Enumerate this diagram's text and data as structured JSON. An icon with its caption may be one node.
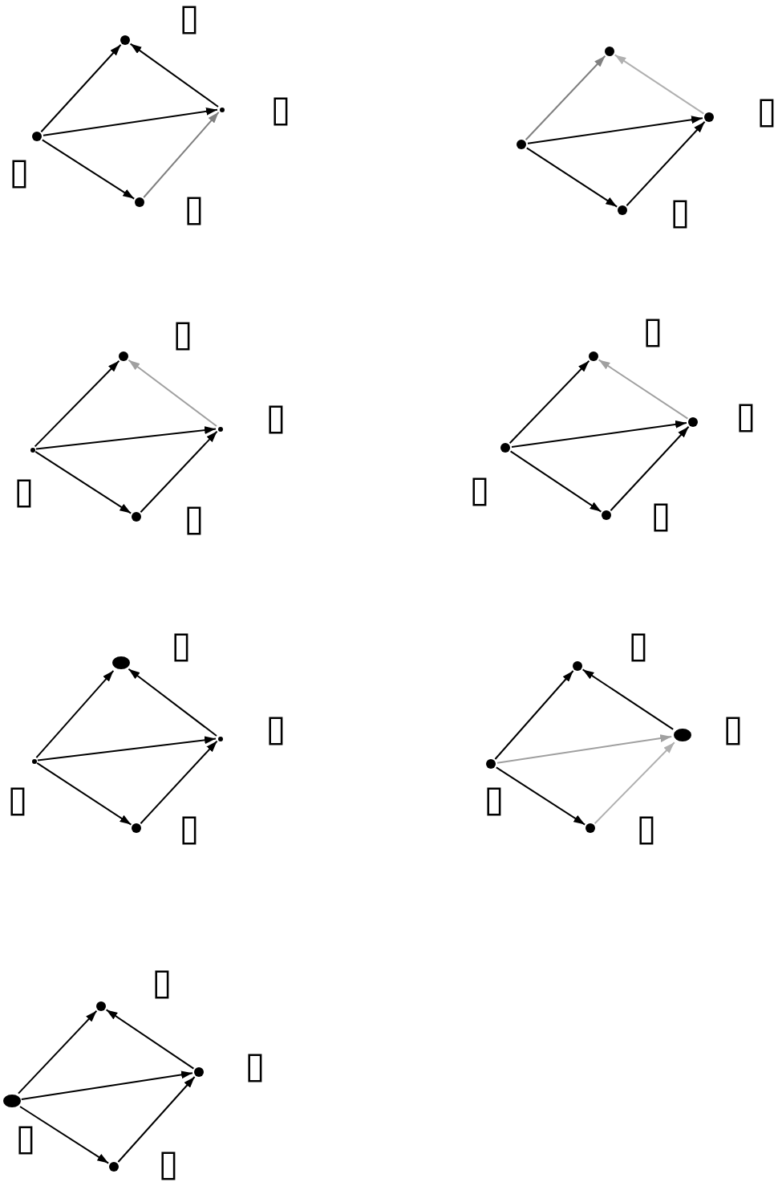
{
  "diagram": {
    "nodes": [
      {
        "text": [],
        "shape": "circle",
        "beside": [
          "▯"
        ]
      },
      {
        "text": [],
        "shape": "point",
        "beside": [
          "▯"
        ]
      },
      {
        "text": [],
        "shape": "circle",
        "beside": [
          "▯"
        ]
      },
      {
        "text": [],
        "shape": "circle",
        "beside": [
          "▯"
        ]
      },
      {
        "text": [],
        "shape": "circle"
      },
      {
        "text": [],
        "shape": "circle",
        "beside": [
          "▯"
        ]
      },
      {
        "text": [],
        "shape": "circle"
      },
      {
        "text": [],
        "shape": "circle",
        "beside": [
          "▯"
        ]
      },
      {
        "text": [],
        "shape": "circle",
        "beside": [
          "▯"
        ]
      },
      {
        "text": [],
        "shape": "point",
        "beside": [
          "▯"
        ]
      },
      {
        "text": [],
        "shape": "point",
        "beside": [
          "▯"
        ]
      },
      {
        "text": [],
        "shape": "circle",
        "beside": [
          "▯"
        ]
      },
      {
        "text": [],
        "shape": "circle",
        "beside": [
          "▯"
        ]
      },
      {
        "text": [],
        "shape": "circle",
        "beside": [
          "▯"
        ]
      },
      {
        "text": [],
        "shape": "circle",
        "beside": [
          "▯"
        ]
      },
      {
        "text": [],
        "shape": "circle",
        "beside": [
          "▯"
        ]
      },
      {
        "text": [],
        "shape": "ellipse",
        "beside": [
          "▯"
        ]
      },
      {
        "text": [],
        "shape": "point",
        "beside": [
          "▯"
        ]
      },
      {
        "text": [],
        "shape": "point",
        "beside": [
          "▯"
        ]
      },
      {
        "text": [],
        "shape": "circle",
        "beside": [
          "▯"
        ]
      },
      {
        "text": [],
        "shape": "circle",
        "beside": [
          "▯"
        ]
      },
      {
        "text": [],
        "shape": "ellipse",
        "beside": [
          "▯"
        ]
      },
      {
        "text": [],
        "shape": "circle",
        "beside": [
          "▯"
        ]
      },
      {
        "text": [],
        "shape": "circle",
        "beside": [
          "▯"
        ]
      },
      {
        "text": [],
        "shape": "circle",
        "beside": [
          "▯"
        ]
      },
      {
        "text": [],
        "shape": "circle",
        "beside": [
          "▯"
        ]
      },
      {
        "text": [],
        "shape": "ellipse",
        "beside": [
          "▯"
        ]
      },
      {
        "text": [],
        "shape": "circle",
        "beside": [
          "▯"
        ]
      }
    ],
    "edges": [
      {
        "from": 2,
        "to": 0,
        "arrow": "to"
      },
      {
        "from": 1,
        "to": 0,
        "arrow": "to"
      },
      {
        "from": 2,
        "to": 1,
        "arrow": "to"
      },
      {
        "from": 2,
        "to": 3,
        "arrow": "to"
      },
      {
        "from": 3,
        "to": 1,
        "arrow": "to",
        "color": "#808080"
      },
      {
        "from": 6,
        "to": 4,
        "arrow": "to",
        "color": "#808080"
      },
      {
        "from": 5,
        "to": 4,
        "arrow": "to",
        "color": "#b0b0b0"
      },
      {
        "from": 6,
        "to": 5,
        "arrow": "to"
      },
      {
        "from": 6,
        "to": 7,
        "arrow": "to"
      },
      {
        "from": 7,
        "to": 5,
        "arrow": "to"
      },
      {
        "from": 10,
        "to": 8,
        "arrow": "to"
      },
      {
        "from": 9,
        "to": 8,
        "arrow": "to",
        "color": "#a0a0a0"
      },
      {
        "from": 10,
        "to": 9,
        "arrow": "to"
      },
      {
        "from": 10,
        "to": 11,
        "arrow": "to"
      },
      {
        "from": 11,
        "to": 9,
        "arrow": "to"
      },
      {
        "from": 14,
        "to": 12,
        "arrow": "to"
      },
      {
        "from": 13,
        "to": 12,
        "arrow": "to",
        "color": "#a0a0a0"
      },
      {
        "from": 14,
        "to": 13,
        "arrow": "to"
      },
      {
        "from": 14,
        "to": 15,
        "arrow": "to"
      },
      {
        "from": 15,
        "to": 13,
        "arrow": "to"
      },
      {
        "from": 18,
        "to": 16,
        "arrow": "to"
      },
      {
        "from": 17,
        "to": 16,
        "arrow": "to"
      },
      {
        "from": 18,
        "to": 17,
        "arrow": "to"
      },
      {
        "from": 18,
        "to": 19,
        "arrow": "to"
      },
      {
        "from": 19,
        "to": 17,
        "arrow": "to"
      },
      {
        "from": 22,
        "to": 20,
        "arrow": "to"
      },
      {
        "from": 21,
        "to": 20,
        "arrow": "to"
      },
      {
        "from": 22,
        "to": 21,
        "arrow": "to",
        "color": "#a0a0a0"
      },
      {
        "from": 22,
        "to": 23,
        "arrow": "to"
      },
      {
        "from": 23,
        "to": 21,
        "arrow": "to",
        "color": "#b0b0b0"
      },
      {
        "from": 26,
        "to": 24,
        "arrow": "to"
      },
      {
        "from": 25,
        "to": 24,
        "arrow": "to"
      },
      {
        "from": 26,
        "to": 25,
        "arrow": "to"
      },
      {
        "from": 26,
        "to": 27,
        "arrow": "to"
      },
      {
        "from": 27,
        "to": 25,
        "arrow": "to"
      }
    ]
  }
}
